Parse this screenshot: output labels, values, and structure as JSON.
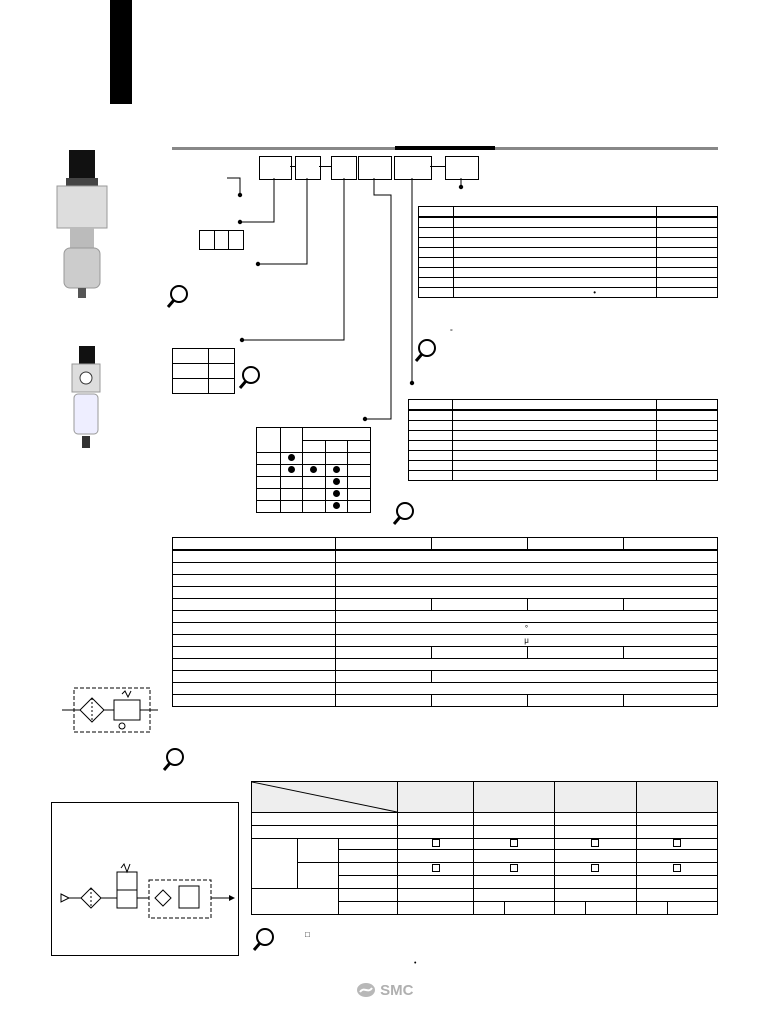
{
  "tables": {
    "top_right": {
      "rows": 9
    },
    "mid_right": {
      "rows": 7
    },
    "dot_matrix": {
      "rows": [
        [
          false,
          true,
          false,
          false
        ],
        [
          false,
          true,
          true,
          true
        ],
        [
          false,
          false,
          false,
          true
        ],
        [
          false,
          false,
          false,
          true
        ],
        [
          false,
          false,
          false,
          true
        ]
      ]
    },
    "spec": {
      "rows": 14,
      "marks": {
        "degree": "°",
        "micro": "μ"
      }
    },
    "bottom": {
      "square_glyph": "□"
    }
  },
  "footnote_marks": {
    "degree_top": "°",
    "bullet_mid": "•",
    "small_dot": "•"
  },
  "brand": {
    "logo": "SMC"
  }
}
